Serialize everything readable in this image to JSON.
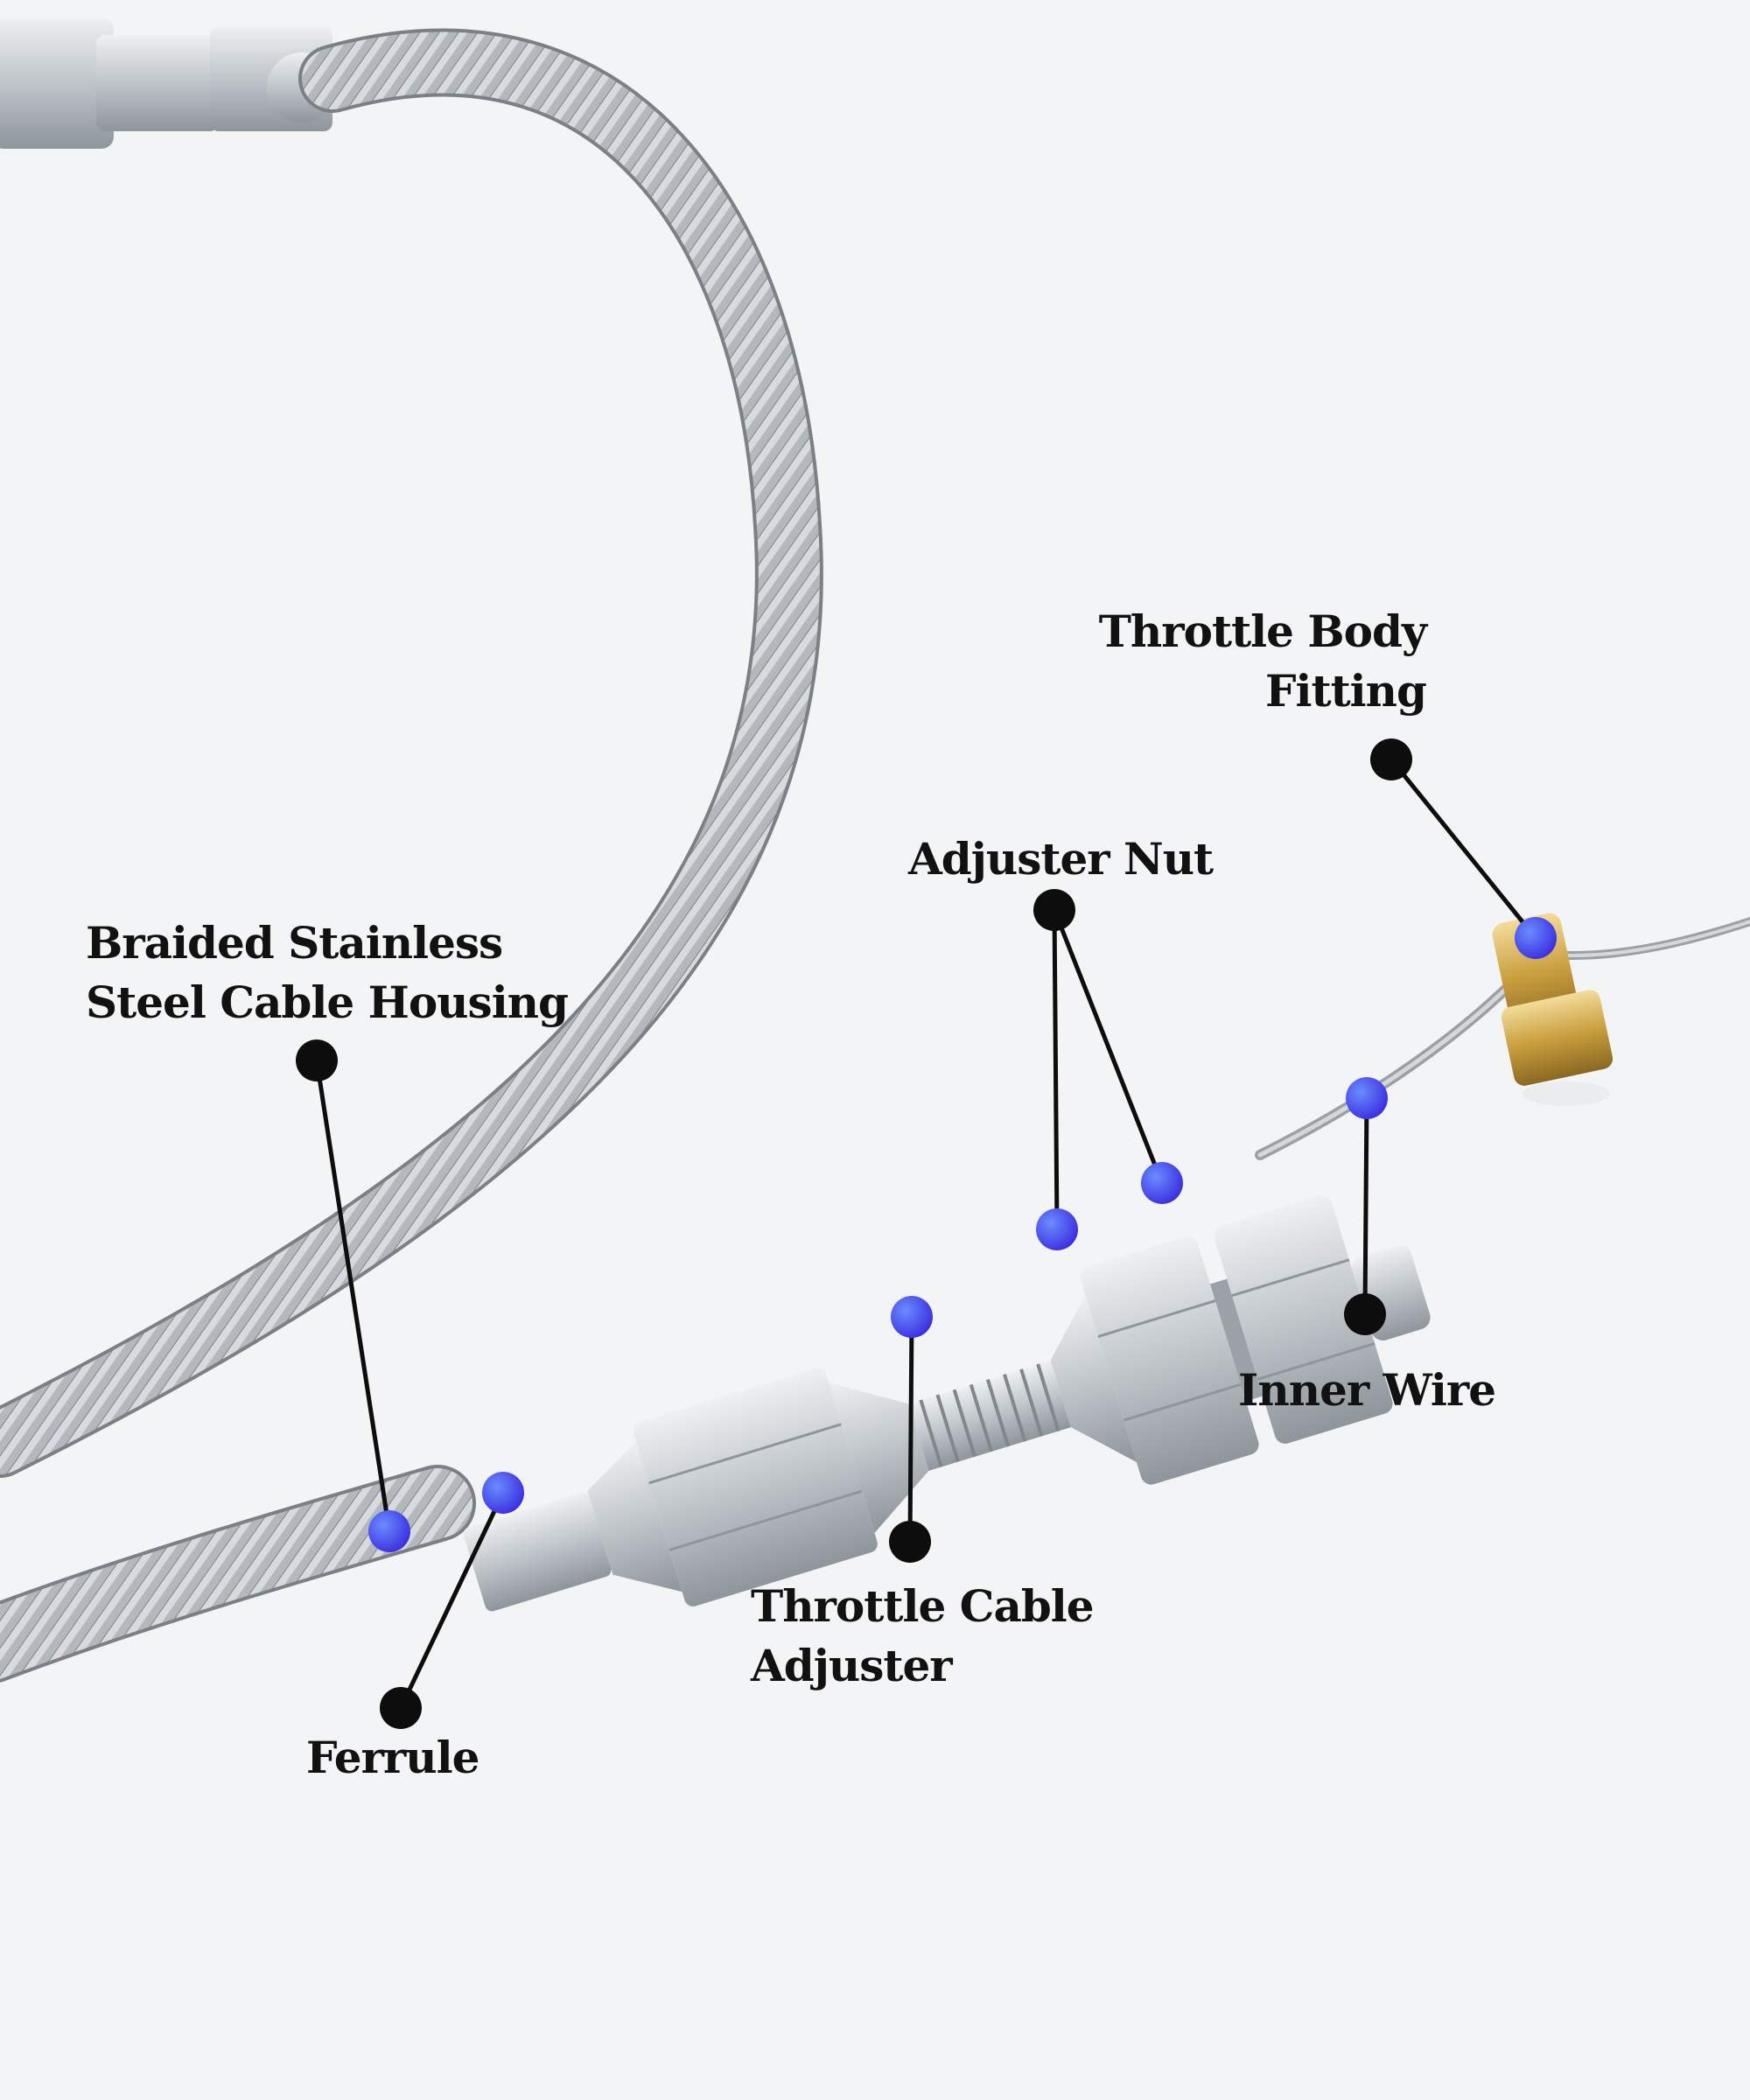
{
  "colors": {
    "background": "#f3f4f5",
    "callout_dot": "#3b2fe0",
    "callout_anchor": "#0d0d0d",
    "label_text": "#111111",
    "braid": "#a8acb0",
    "aluminum": "#c9ced3",
    "brass": "#c7a24a"
  },
  "icons": {
    "callout_dot": "blue-dot-icon",
    "anchor_dot": "black-dot-icon"
  },
  "labels": {
    "housing": {
      "line1": "Braided Stainless",
      "line2": "Steel Cable Housing"
    },
    "ferrule": {
      "line1": "Ferrule"
    },
    "adjuster": {
      "line1": "Throttle Cable",
      "line2": "Adjuster"
    },
    "adjuster_nut": {
      "line1": "Adjuster Nut"
    },
    "fitting": {
      "line1": "Throttle Body",
      "line2": "Fitting"
    },
    "inner_wire": {
      "line1": "Inner Wire"
    }
  }
}
